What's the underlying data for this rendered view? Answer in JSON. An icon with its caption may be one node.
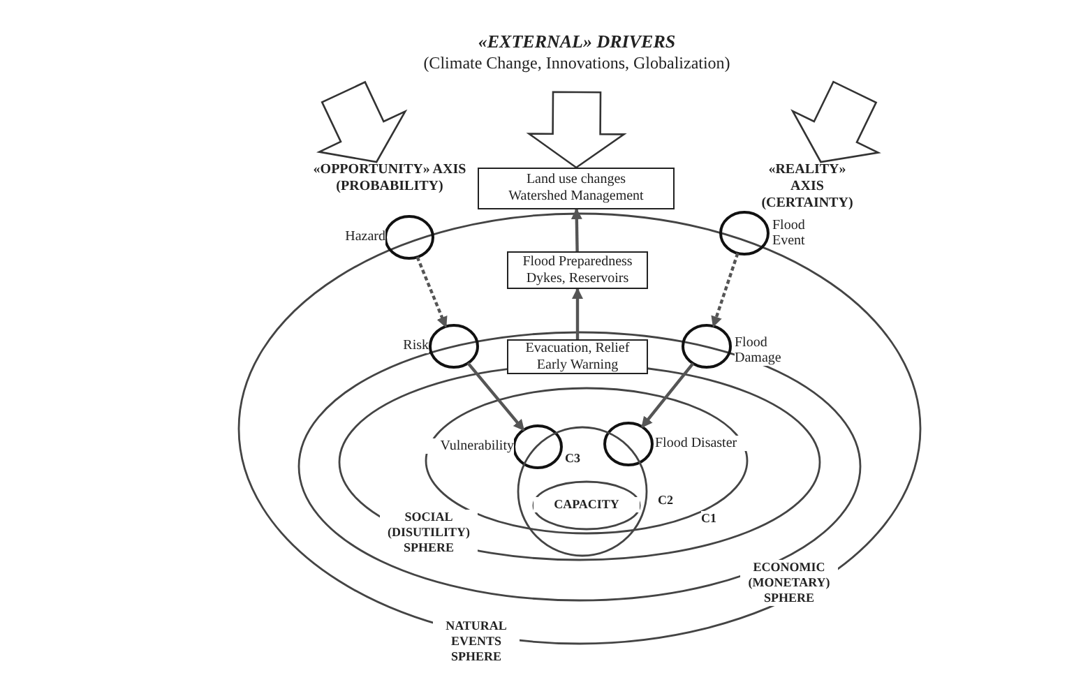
{
  "diagram": {
    "title": "«EXTERNAL» DRIVERS",
    "nodes": [
      {
        "text": [
          "«OPPORTUNITY» AXIS (PROBABILITY)"
        ]
      },
      {
        "text": [
          "Land use changes Watershed Management"
        ]
      },
      {
        "text": [
          "«REALITY» AXIS (CERTAINTY)"
        ]
      },
      {
        "text": [
          "NATURAL EVENTS SPHERE"
        ]
      },
      {
        "text": [
          "Hazard"
        ]
      },
      {
        "text": [
          "Flood Event"
        ]
      },
      {
        "text": [
          "Flood Preparedness Dykes, Reservoirs"
        ],
        "in": 3
      },
      {
        "text": [
          "ECONOMIC (MONETARY) SPHERE"
        ],
        "in": 3
      },
      {
        "text": [
          "Risk"
        ],
        "in": 3
      },
      {
        "text": [
          "Evacuation, Relief Early Warning"
        ],
        "in": 7
      },
      {
        "text": [
          "Flood Damage"
        ],
        "in": 3
      },
      {
        "text": [
          "SOCIAL (DISUTILITY) SPHERE"
        ],
        "in": 7
      },
      {
        "text": [
          "C1"
        ],
        "in": 11
      },
      {
        "text": [
          "Vulnerability"
        ],
        "in": 12
      },
      {
        "text": [
          "Flood Disaster"
        ],
        "in": 12
      },
      {
        "text": [],
        "shape": "circle",
        "in": 11
      },
      {
        "text": [
          "CAPACITY"
        ],
        "in": 15
      }
    ],
    "edges": [
      {
        "from": null,
        "to": 0,
        "arrow": "to",
        "style": "thick"
      },
      {
        "from": null,
        "to": 1,
        "arrow": "to",
        "style": "thick"
      },
      {
        "from": null,
        "to": 2,
        "arrow": "to",
        "style": "thick"
      },
      {
        "from": 4,
        "to": 8,
        "arrow": "to",
        "style": "dashed"
      },
      {
        "from": 5,
        "to": 10,
        "arrow": "to",
        "style": "dashed"
      },
      {
        "from": 8,
        "to": 13,
        "arrow": "to"
      },
      {
        "from": 10,
        "to": 14,
        "arrow": "to"
      },
      {
        "from": 9,
        "to": 6,
        "arrow": "to"
      },
      {
        "from": 6,
        "to": 1,
        "arrow": "to"
      }
    ],
    "labels": [
      "(Climate Change, Innovations, Globalization)",
      "C3",
      "C2"
    ]
  }
}
